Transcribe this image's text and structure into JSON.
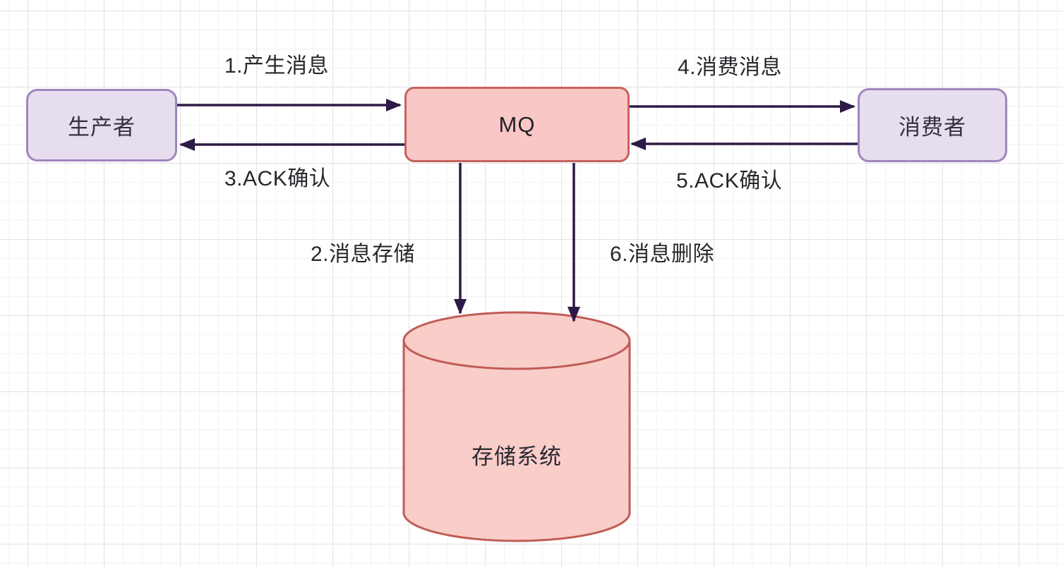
{
  "diagram": {
    "title": "MQ message flow diagram",
    "nodes": {
      "producer": {
        "label": "生产者",
        "fill": "#e6ddee",
        "border": "#9e86bc"
      },
      "mq": {
        "label": "MQ",
        "fill": "#f9c7c5",
        "border": "#c5635c"
      },
      "consumer": {
        "label": "消费者",
        "fill": "#e6ddee",
        "border": "#9e86bc"
      },
      "storage": {
        "label": "存储系统",
        "fill": "#f9cdc8",
        "border": "#c05b55",
        "shape": "cylinder"
      }
    },
    "edges": {
      "produce": {
        "label": "1.产生消息",
        "from": "producer",
        "to": "mq"
      },
      "store": {
        "label": "2.消息存储",
        "from": "mq",
        "to": "storage"
      },
      "ack_producer": {
        "label": "3.ACK确认",
        "from": "mq",
        "to": "producer"
      },
      "consume": {
        "label": "4.消费消息",
        "from": "mq",
        "to": "consumer"
      },
      "ack_mq": {
        "label": "5.ACK确认",
        "from": "consumer",
        "to": "mq"
      },
      "delete": {
        "label": "6.消息删除",
        "from": "mq",
        "to": "storage"
      }
    },
    "colors": {
      "arrow": "#2e1a47",
      "grid_minor": "#f2f1f4",
      "grid_major": "#e2e1e6",
      "background": "#ffffff"
    }
  }
}
